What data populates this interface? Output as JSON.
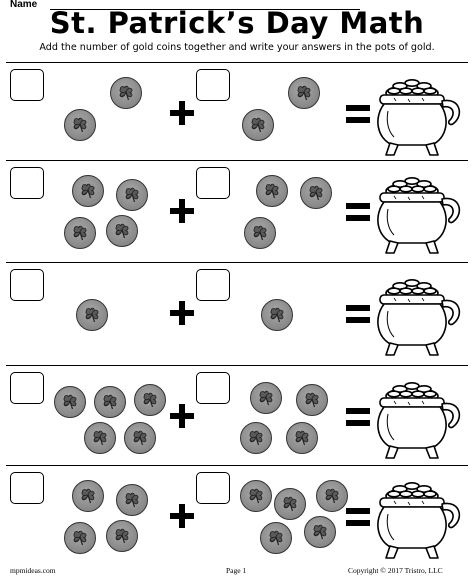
{
  "header": {
    "name_label": "Name",
    "title": "St. Patrick’s Day Math",
    "instructions": "Add the number of gold coins together and write your answers in the pots of gold."
  },
  "problems": [
    {
      "left_coins": 2,
      "right_coins": 2
    },
    {
      "left_coins": 4,
      "right_coins": 3
    },
    {
      "left_coins": 1,
      "right_coins": 1
    },
    {
      "left_coins": 5,
      "right_coins": 4
    },
    {
      "left_coins": 4,
      "right_coins": 5
    }
  ],
  "operators": {
    "plus": "+",
    "equals": "="
  },
  "colors": {
    "coin_fill": "#8c8c8c",
    "coin_outline": "#333333",
    "ink": "#000000"
  },
  "icons": {
    "coin": "shamrock-coin-icon",
    "pot": "pot-of-gold-icon"
  },
  "footer": {
    "website": "mpmideas.com",
    "page": "Page 1",
    "copyright": "Copyright © 2017 Tristro, LLC"
  }
}
